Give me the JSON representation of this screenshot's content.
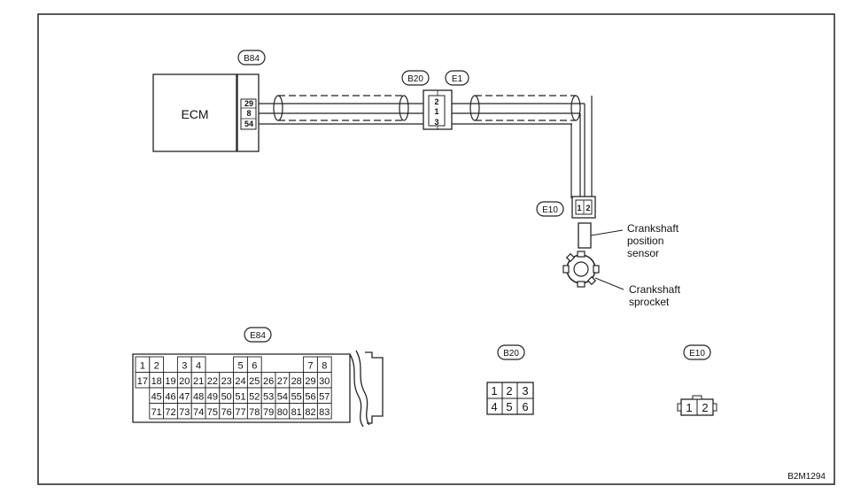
{
  "components": {
    "ecm": "ECM",
    "crank_sensor_line1": "Crankshaft",
    "crank_sensor_line2": "position",
    "crank_sensor_line3": "sensor",
    "crank_sprocket_line1": "Crankshaft",
    "crank_sprocket_line2": "sprocket"
  },
  "connector_tags": {
    "b84_top": "B84",
    "b20_top": "B20",
    "e1_top": "E1",
    "e10_mid": "E10",
    "e84_bottom": "E84",
    "b20_bottom": "B20",
    "e10_bottom": "E10"
  },
  "pins": {
    "ecm_pins": [
      "29",
      "8",
      "54"
    ],
    "b20_e1_pins": [
      "2",
      "1",
      "3"
    ],
    "e10_pins": [
      "1",
      "2"
    ]
  },
  "connector_views": {
    "e84": {
      "row1": [
        "1",
        "2",
        "3",
        "4",
        "5",
        "6",
        "7",
        "8"
      ],
      "row2": [
        "17",
        "18",
        "19",
        "20",
        "21",
        "22",
        "23",
        "24",
        "25",
        "26",
        "27",
        "28",
        "29",
        "30"
      ],
      "row3": [
        "45",
        "46",
        "47",
        "48",
        "49",
        "50",
        "51",
        "52",
        "53",
        "54",
        "55",
        "56",
        "57"
      ],
      "row4": [
        "71",
        "72",
        "73",
        "74",
        "75",
        "76",
        "77",
        "78",
        "79",
        "80",
        "81",
        "82",
        "83"
      ]
    },
    "b20": {
      "row1": [
        "1",
        "2",
        "3"
      ],
      "row2": [
        "4",
        "5",
        "6"
      ]
    },
    "e10": {
      "row1": [
        "1",
        "2"
      ]
    }
  },
  "figure_code": "B2M1294"
}
